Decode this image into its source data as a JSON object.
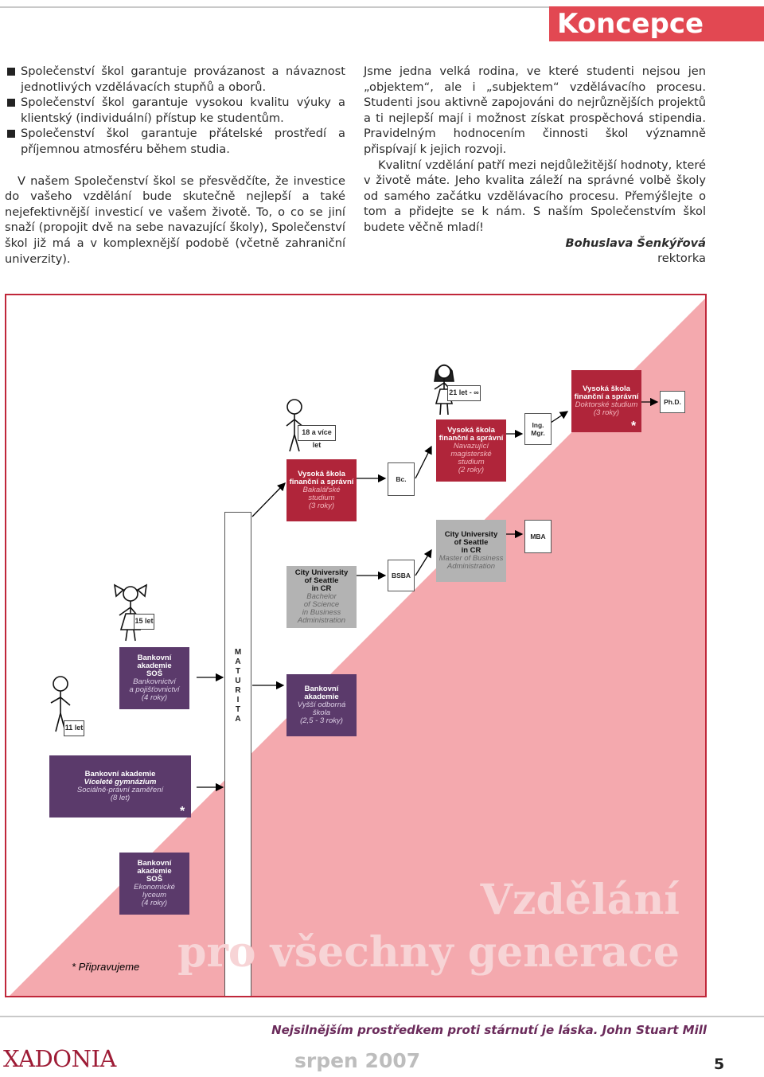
{
  "header": {
    "title": "Koncepce"
  },
  "left_column": {
    "bullets": [
      "Společenství škol garantuje provázanost a návaznost jednotlivých vzdělávacích stupňů a oborů.",
      "Společenství škol garantuje vysokou kvalitu výuky a klientský (individuální) přístup ke studentům.",
      "Společenství škol garantuje přátelské prostředí a příjemnou atmosféru během studia."
    ],
    "paragraph": "V našem Společenství škol se přesvědčíte, že investice do vašeho vzdělání bude skutečně nejlepší a také nejefektivnější investicí ve vašem životě. To, o co se jiní snaží (propojit dvě na sebe navazující školy), Společenství škol již má a v komplexnější podobě (včetně zahraniční univerzity)."
  },
  "right_column": {
    "paragraph1": "Jsme jedna velká rodina, ve které studenti nejsou jen „objektem“, ale i „subjektem“ vzdělávacího procesu. Studenti jsou aktivně zapojováni do nejrůznějších projektů a ti nejlepší mají i možnost získat prospěchová stipendia. Pravidelným hodnocením činnosti škol významně přispívají k jejich rozvoji.",
    "paragraph2": "Kvalitní vzdělání patří mezi nejdůležitější hodnoty, které v životě máte. Jeho kvalita záleží na správné volbě školy od samého začátku vzdělávacího procesu. Přemýšlejte o tom a přidejte se k nám. S naším Společenstvím škol budete věčně mladí!",
    "signature_name": "Bohuslava Šenkýřová",
    "signature_role": "rektorka"
  },
  "diagram": {
    "ages": {
      "a11": "11 let",
      "a15": "15 let",
      "a18": "18 a více let",
      "a21": "21 let - ∞"
    },
    "gymnazium": {
      "l1": "Bankovní akademie",
      "l2": "Víceleté gymnázium",
      "l3": "Sociálně-právní zaměření",
      "l4": "(8 let)"
    },
    "lyceum": {
      "l1": "Bankovní",
      "l2": "akademie",
      "l3": "SOŠ",
      "l4": "Ekonomické",
      "l5": "lyceum",
      "l6": "(4 roky)"
    },
    "sos": {
      "l1": "Bankovní",
      "l2": "akademie",
      "l3": "SOŠ",
      "l4": "Bankovnictví",
      "l5": "a pojišťovnictví",
      "l6": "(4 roky)"
    },
    "vos": {
      "l1": "Bankovní",
      "l2": "akademie",
      "l3": "Vyšší odborná",
      "l4": "škola",
      "l5": "(2,5 - 3 roky)"
    },
    "matura_letters": [
      "M",
      "A",
      "T",
      "U",
      "R",
      "I",
      "T",
      "A"
    ],
    "bakalar": {
      "l1": "Vysoká škola",
      "l2": "finanční a správní",
      "l3": "Bakalářské",
      "l4": "studium",
      "l5": "(3 roky)"
    },
    "magistr": {
      "l1": "Vysoká škola",
      "l2": "finanční a správní",
      "l3": "Navazující",
      "l4": "magisterské",
      "l5": "studium",
      "l6": "(2 roky)"
    },
    "doktor": {
      "l1": "Vysoká škola",
      "l2": "finanční a správní",
      "l3": "Doktorské studium",
      "l4": "(3 roky)"
    },
    "city_bachelor": {
      "l1": "City University",
      "l2": "of Seattle",
      "l3": "in CR",
      "l4": "Bachelor",
      "l5": "of Science",
      "l6": "in Business",
      "l7": "Administration"
    },
    "city_master": {
      "l1": "City University",
      "l2": "of Seattle",
      "l3": "in CR",
      "l4": "Master of Business",
      "l5": "Administration"
    },
    "degrees": {
      "bc": "Bc.",
      "ing": "Ing.",
      "mgr": "Mgr.",
      "phd": "Ph.D.",
      "bsba": "BSBA",
      "mba": "MBA"
    },
    "star": "*",
    "note": "* Připravujeme",
    "slogan1": "Vzdělání",
    "slogan2": "pro všechny generace"
  },
  "footer": {
    "quote": "Nejsilnějším prostředkem proti stárnutí je láska. John Stuart Mill",
    "logo": "XADONIA",
    "date": "srpen 2007",
    "page": "5"
  },
  "colors": {
    "accent": "#e24852",
    "dark_red": "#b0253a",
    "purple": "#5b3a6b",
    "pink": "#f4a9ae"
  }
}
